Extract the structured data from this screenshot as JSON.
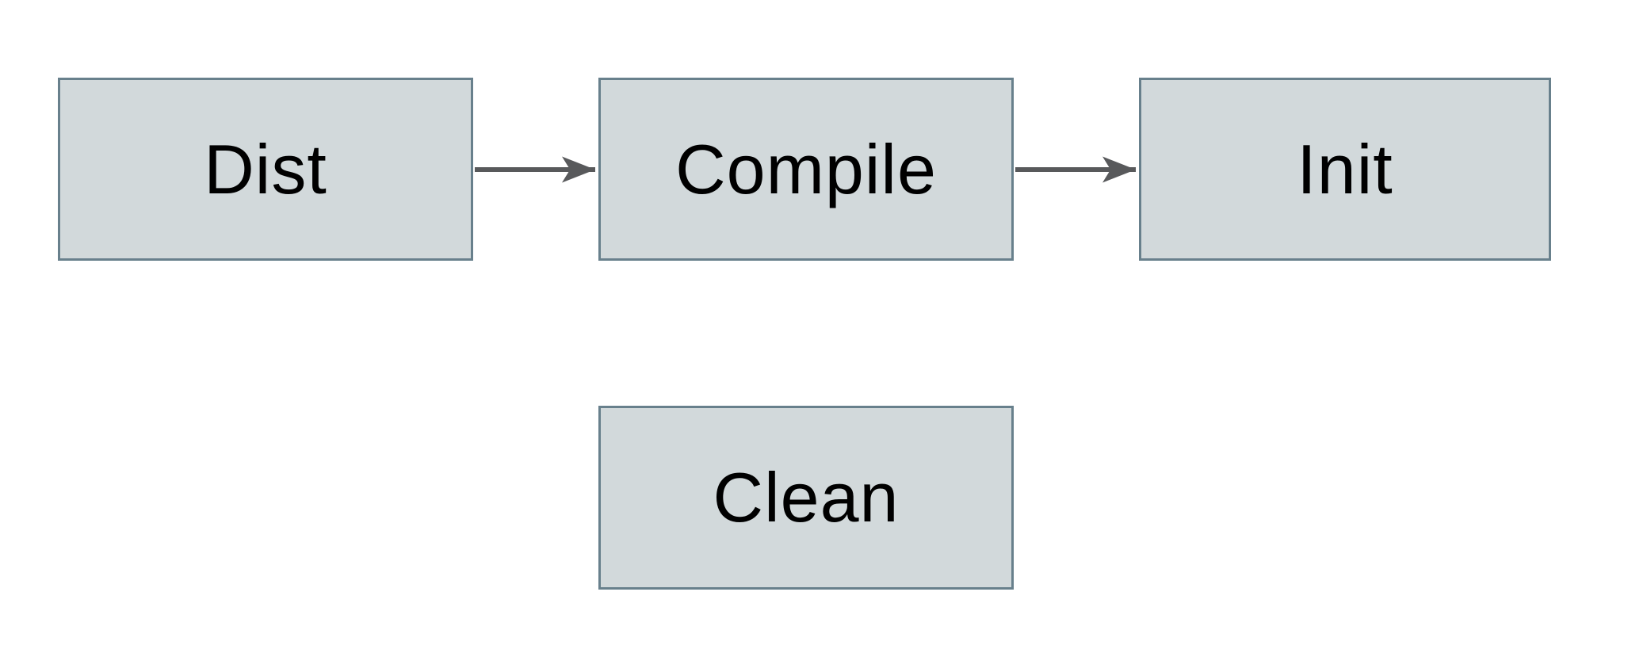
{
  "diagram": {
    "title": "",
    "nodes": [
      {
        "id": "dist",
        "label": "Dist"
      },
      {
        "id": "compile",
        "label": "Compile"
      },
      {
        "id": "init",
        "label": "Init"
      },
      {
        "id": "clean",
        "label": "Clean"
      }
    ],
    "edges": [
      {
        "from": "Dist",
        "to": "Compile"
      },
      {
        "from": "Compile",
        "to": "Init"
      }
    ],
    "colors": {
      "background": "#ffffff",
      "node_fill": "#d2d9db",
      "node_border": "#68808c",
      "arrow": "#58595b",
      "text": "#000000"
    }
  }
}
